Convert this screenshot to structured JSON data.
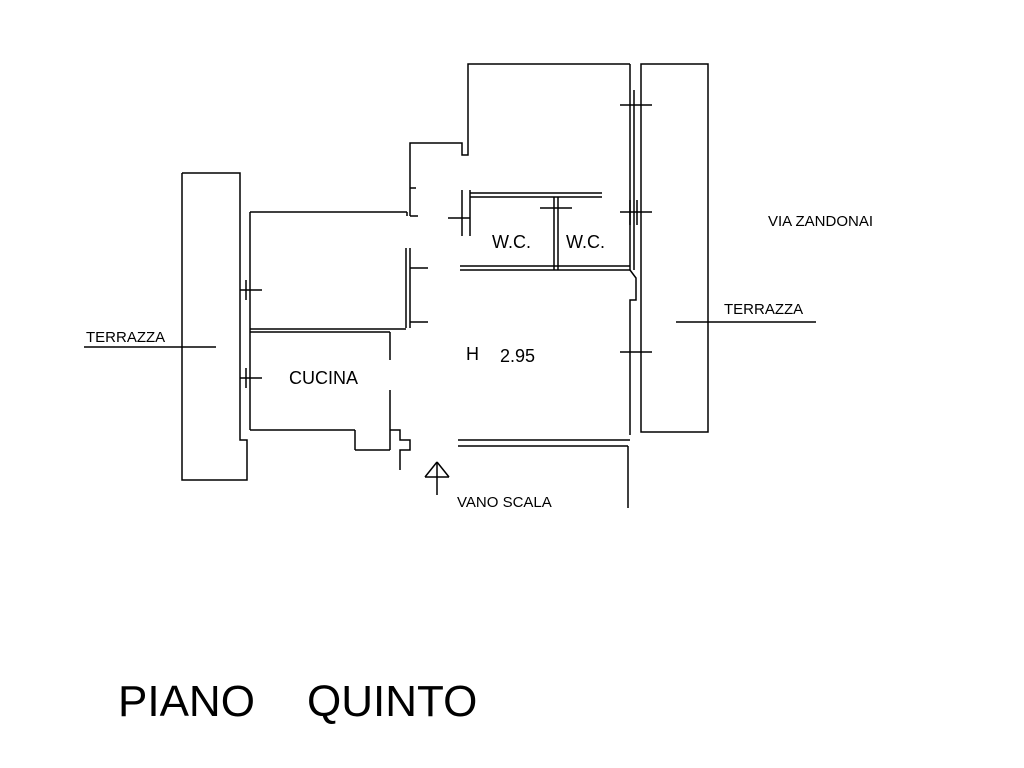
{
  "plan": {
    "labels": {
      "terrazza_left": "TERRAZZA",
      "terrazza_right": "TERRAZZA",
      "via": "VIA ZANDONAI",
      "wc1": "W.C.",
      "wc2": "W.C.",
      "cucina": "CUCINA",
      "height_prefix": "H",
      "height_value": "2.95",
      "vano_scala": "VANO SCALA"
    },
    "floor_title": {
      "word1": "PIANO",
      "word2": "QUINTO"
    }
  }
}
